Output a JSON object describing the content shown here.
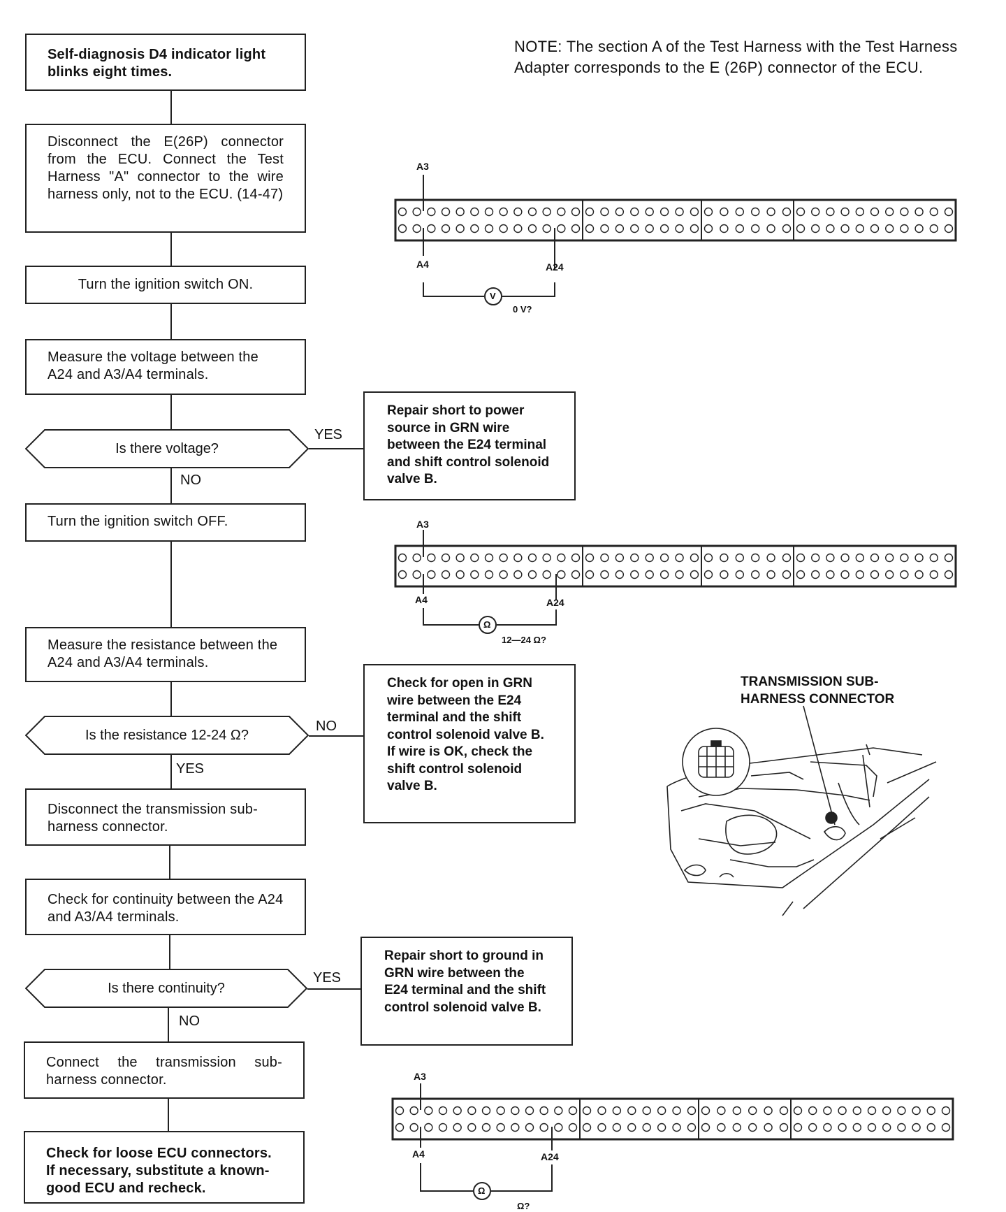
{
  "note": "NOTE:  The section A of the Test Harness with the Test Harness Adapter corresponds to the E (26P) connector of the ECU.",
  "steps": {
    "s1": "Self-diagnosis D4 indicator light blinks eight times.",
    "s2": "Disconnect the E(26P) connector from the ECU. Connect the Test Harness \"A\" connector to the wire harness only, not to the ECU. (14-47)",
    "s3": "Turn the ignition switch ON.",
    "s4": "Measure the voltage between the A24 and A3/A4 terminals.",
    "d1": "Is there voltage?",
    "s5": "Turn the ignition switch OFF.",
    "s6": "Measure the resistance between the A24 and A3/A4 terminals.",
    "d2": "Is the resistance 12-24 Ω?",
    "s7": "Disconnect the transmission sub-harness connector.",
    "s8": "Check for continuity between the A24 and A3/A4 terminals.",
    "d3": "Is there continuity?",
    "s9": "Connect the transmission sub-harness connector.",
    "s10": "Check for loose ECU connectors. If necessary, substitute a known-good ECU and recheck."
  },
  "results": {
    "r1": "Repair short to power source in GRN wire between the E24 terminal and shift control solenoid valve B.",
    "r2": "Check for open in GRN wire between the E24 terminal and the shift control solenoid valve B. If wire is OK, check the shift control solenoid valve B.",
    "r3": "Repair short to ground in GRN wire between the E24 terminal and the shift control solenoid valve B."
  },
  "branch_labels": {
    "yes": "YES",
    "no": "NO"
  },
  "connectors": {
    "pin_a3": "A3",
    "pin_a4": "A4",
    "pin_a24": "A24",
    "meter_v": "V",
    "meter_ohm": "Ω",
    "c1_value": "0 V?",
    "c2_value": "12—24 Ω?",
    "c3_value": "Ω?"
  },
  "figure": {
    "title": "TRANSMISSION SUB-HARNESS CONNECTOR"
  }
}
